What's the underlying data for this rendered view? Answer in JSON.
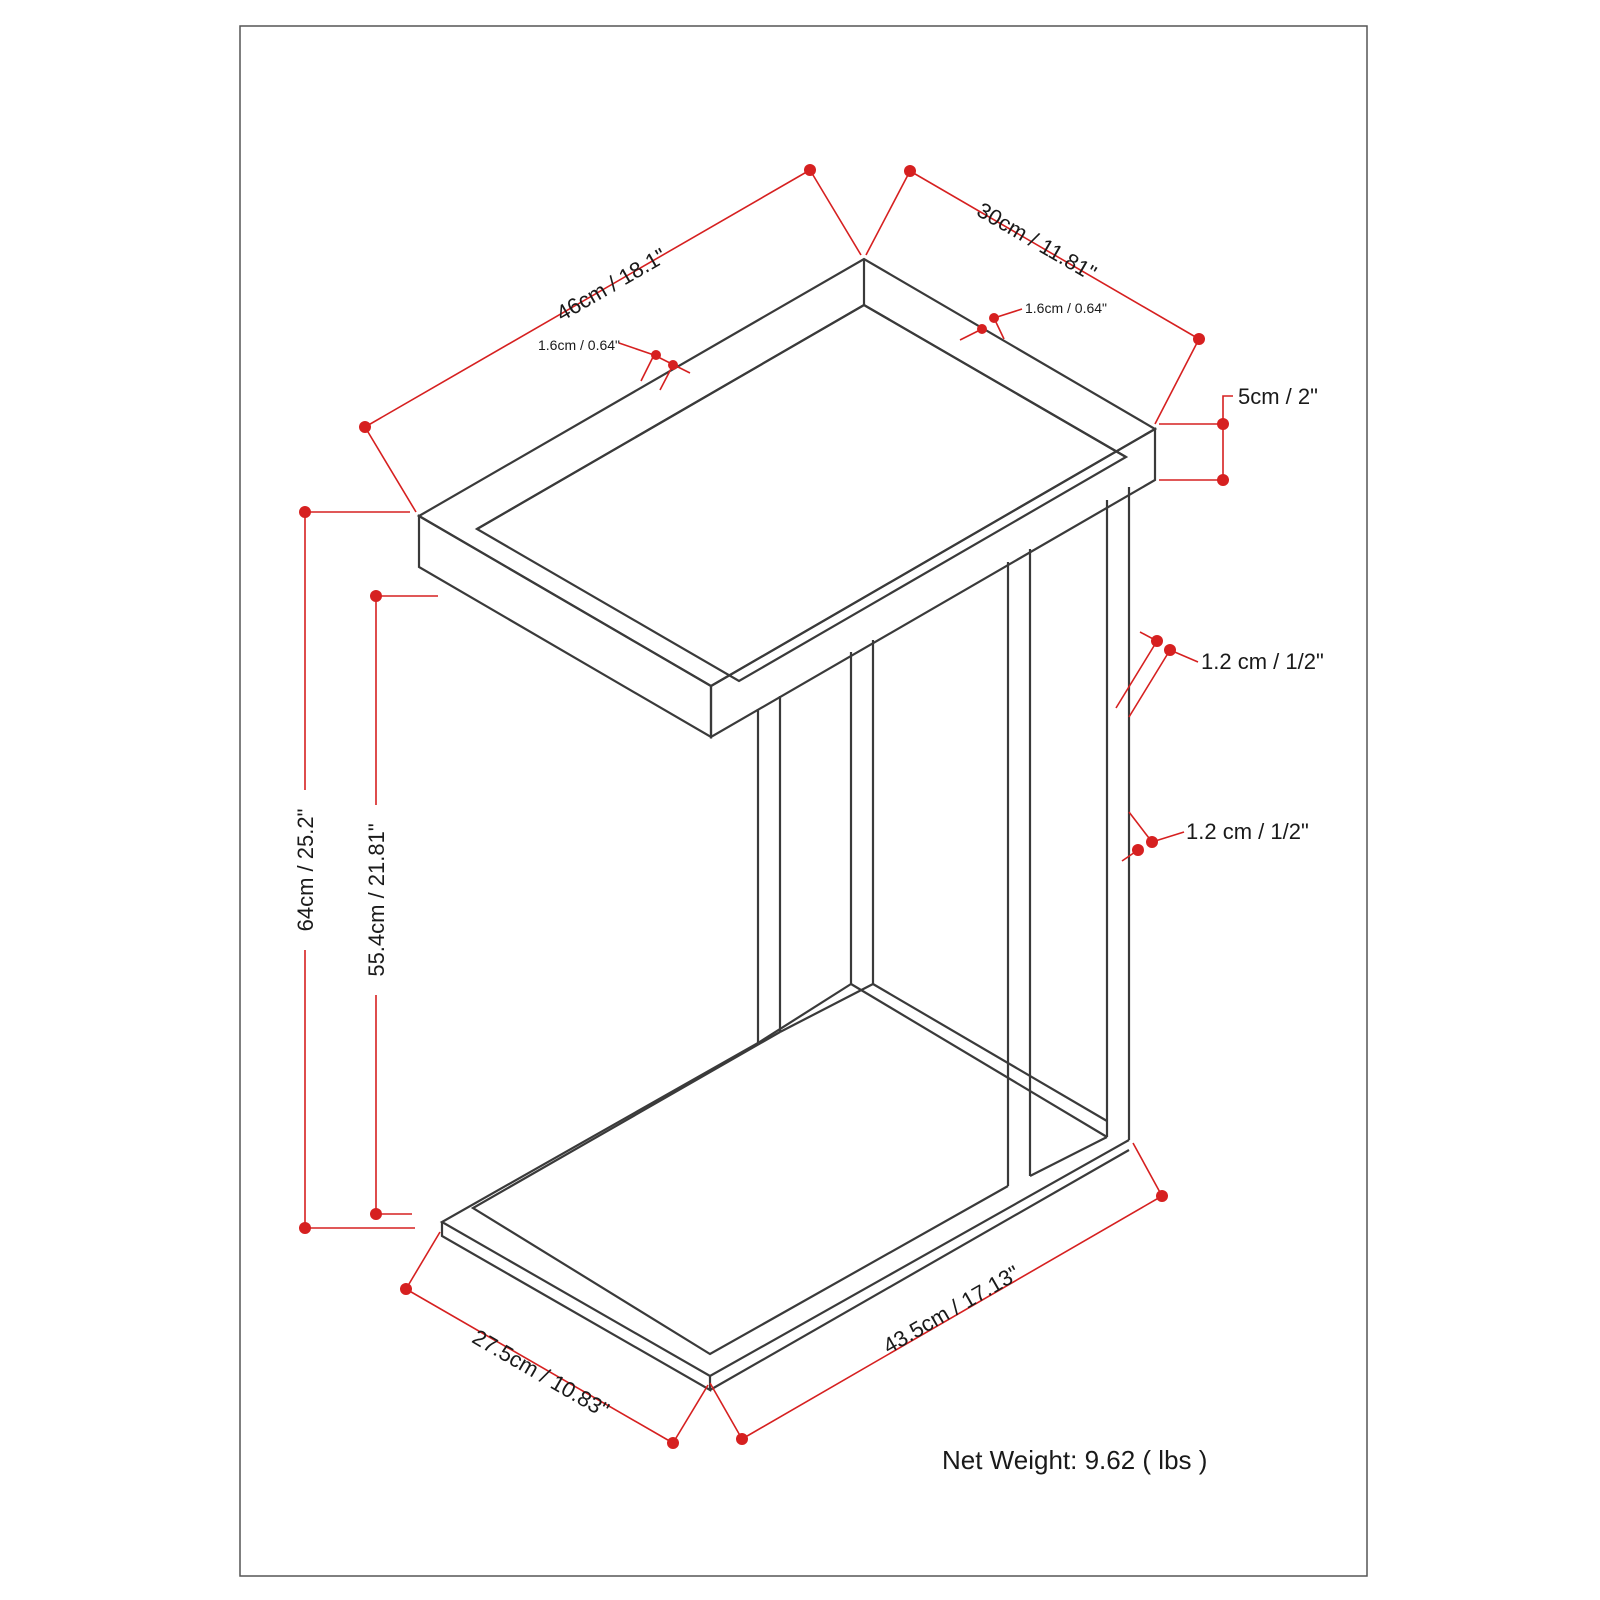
{
  "colors": {
    "dimension_line": "#d62020",
    "product_outline": "#3a3a3a",
    "background": "#ffffff"
  },
  "dimensions": {
    "top_length": "46cm / 18.1\"",
    "top_width": "30cm / 11.81\"",
    "tray_rim_left": "1.6cm / 0.64\"",
    "tray_rim_right": "1.6cm / 0.64\"",
    "top_thickness": "5cm / 2\"",
    "frame_tube_upper": "1.2 cm / 1/2\"",
    "frame_tube_lower": "1.2 cm / 1/2\"",
    "total_height": "64cm / 25.2\"",
    "clearance_height": "55.4cm / 21.81\"",
    "base_width": "27.5cm / 10.83\"",
    "base_length": "43.5cm / 17.13\""
  },
  "net_weight": "Net Weight: 9.62 ( lbs )"
}
